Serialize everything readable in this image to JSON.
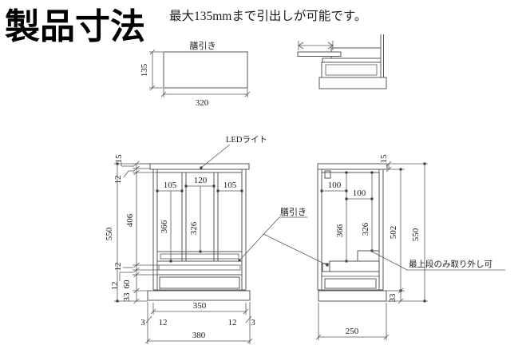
{
  "window": {
    "title": "製品寸法",
    "note": "最大135mmまで引出しが可能です。"
  },
  "labels": {
    "tray_top": "膳引き",
    "tray_main": "膳引き",
    "led": "LEDライト",
    "removable": "最上段のみ取り外し可"
  },
  "dims": {
    "tray": {
      "height": "135",
      "width": "320"
    },
    "front": {
      "total_height": "550",
      "roof": "15",
      "top_board": "12",
      "opening": "406",
      "tray_board": "12",
      "shelf_board": "12",
      "drawer": "60",
      "base": "33",
      "col_left": "105",
      "col_mid": "120",
      "col_right": "105",
      "side_height": "366",
      "mid_height": "326",
      "inner_width": "350",
      "outer_width": "380",
      "off_left": "3",
      "thk_left": "12",
      "thk_right": "12",
      "off_right": "3"
    },
    "side": {
      "roof": "15",
      "depth_a": "100",
      "depth_b": "100",
      "front_height": "366",
      "back_height": "326",
      "inner_height": "502",
      "total_height": "550",
      "base": "33",
      "depth": "250"
    }
  },
  "colors": {
    "background": "#ffffff",
    "line": "#575757",
    "text": "#1c1c1c"
  }
}
